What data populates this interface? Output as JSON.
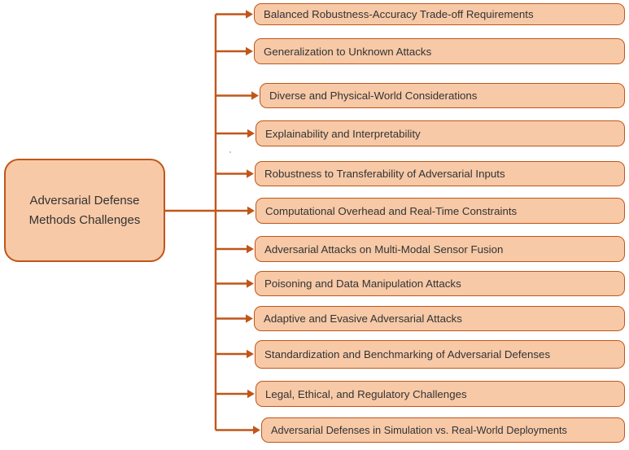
{
  "root": {
    "label": "Adversarial Defense Methods Challenges"
  },
  "branches": [
    "Balanced Robustness-Accuracy Trade-off Requirements",
    "Generalization to Unknown Attacks",
    "Diverse and Physical-World Considerations",
    "Explainability and Interpretability",
    "Robustness to Transferability of Adversarial Inputs",
    "Computational Overhead and Real-Time Constraints",
    "Adversarial Attacks on Multi-Modal Sensor Fusion",
    "Poisoning and Data Manipulation Attacks",
    "Adaptive and Evasive Adversarial Attacks",
    "Standardization and Benchmarking of Adversarial Defenses",
    "Legal, Ethical, and Regulatory Challenges",
    "Adversarial Defenses in Simulation vs. Real-World Deployments"
  ],
  "colors": {
    "node_fill": "#F7C9A7",
    "node_border": "#C0561A",
    "connector": "#C0561A",
    "text": "#333333",
    "background": "#FFFFFF"
  }
}
